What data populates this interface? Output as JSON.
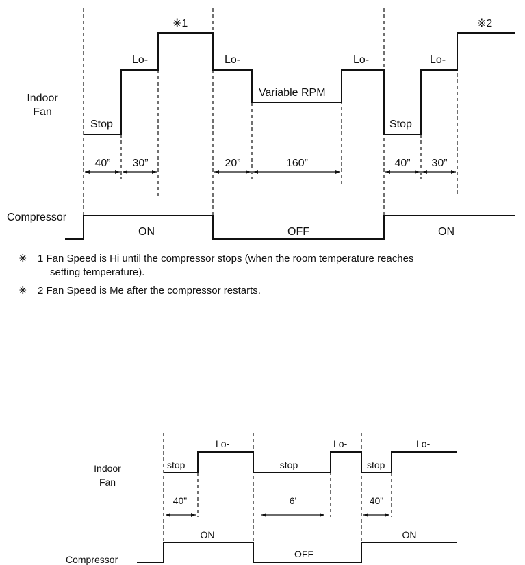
{
  "diagram1": {
    "indoor_fan_label": "Indoor\nFan",
    "indoor_fan_line1": "Indoor",
    "indoor_fan_line2": "Fan",
    "compressor_label": "Compressor",
    "levels": {
      "stop1": "Stop",
      "lo1": "Lo-",
      "mark1": "※1",
      "lo2": "Lo-",
      "variable": "Variable RPM",
      "lo3": "Lo-",
      "stop2": "Stop",
      "lo4": "Lo-",
      "mark2": "※2"
    },
    "durations": [
      "40”",
      "30”",
      "20”",
      "160”",
      "40”",
      "30”"
    ],
    "compressor_states": [
      "ON",
      "OFF",
      "ON"
    ],
    "notes": [
      {
        "mark": "※",
        "line1": "1 Fan Speed is Hi until the compressor stops (when the room temperature reaches",
        "line2": "setting temperature)."
      },
      {
        "mark": "※",
        "line1": "2 Fan Speed is Me after the compressor restarts."
      }
    ]
  },
  "diagram2": {
    "indoor_fan_line1": "Indoor",
    "indoor_fan_line2": "Fan",
    "compressor_label": "Compressor",
    "levels": {
      "stop1": "stop",
      "lo1": "Lo-",
      "stop2": "stop",
      "lo2": "Lo-",
      "stop3": "stop",
      "lo3": "Lo-"
    },
    "durations": [
      "40\"",
      "6'",
      "40\""
    ],
    "compressor_states": [
      "ON",
      "OFF",
      "ON"
    ]
  }
}
